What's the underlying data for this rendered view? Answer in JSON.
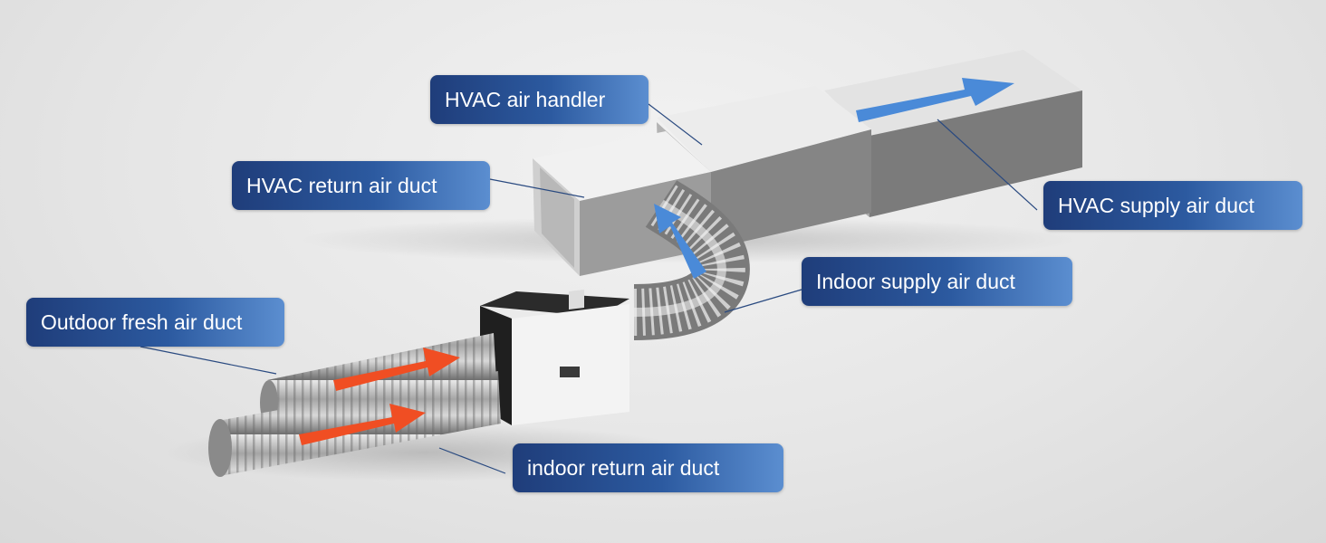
{
  "labels": {
    "air_handler": "HVAC air handler",
    "return_air_duct": "HVAC return air duct",
    "supply_air_duct": "HVAC supply air duct",
    "indoor_supply_air_duct": "Indoor supply air duct",
    "outdoor_fresh_air_duct": "Outdoor fresh air duct",
    "indoor_return_air_duct": "indoor return air duct"
  },
  "colors": {
    "label_dark": "#1f3d7a",
    "label_light": "#5b8ed0",
    "leader_line": "#2a4a80",
    "flow_arrow_blue": "#4a8ad8",
    "flow_arrow_orange": "#f04e23"
  }
}
